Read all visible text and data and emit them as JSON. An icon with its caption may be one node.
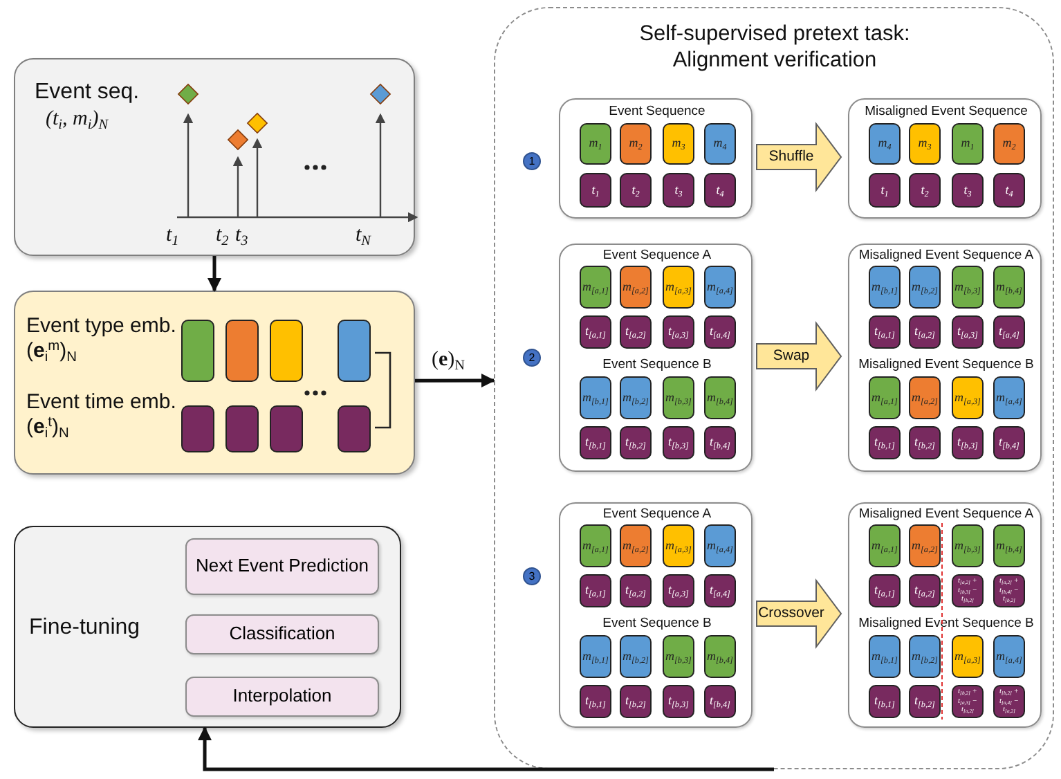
{
  "diagram": {
    "nodes": [
      {
        "text": [
          "Event seq.",
          "(t$_{i}$, m$_{i}$)$_{N}$"
        ]
      },
      {
        "text": [
          "Event type emb. (**e**$_{i}$$^{m}$)$_{N}$",
          "Event time emb. (**e**$_{i}$$^{t}$)$_{N}$"
        ]
      },
      {
        "text": [],
        "shape": "box",
        "in": 1
      },
      {
        "text": [],
        "shape": "box",
        "in": 1
      },
      {
        "text": [],
        "shape": "box",
        "in": 1
      },
      {
        "text": [],
        "shape": "box",
        "in": 1
      },
      {
        "text": [],
        "shape": "box",
        "in": 1
      },
      {
        "text": [],
        "shape": "box",
        "in": 1
      },
      {
        "text": [],
        "shape": "box",
        "in": 1
      },
      {
        "text": [],
        "shape": "box",
        "in": 1
      },
      {
        "text": [
          "Fine-tuning"
        ]
      },
      {
        "text": [
          "Next Event Prediction"
        ],
        "in": 10
      },
      {
        "text": [
          "Classification"
        ],
        "in": 10
      },
      {
        "text": [
          "Interpolation"
        ],
        "in": 10
      },
      {
        "text": [
          "Self-supervised pretext task: Alignment verification"
        ]
      },
      {
        "text": [
          "1"
        ],
        "in": 14
      },
      {
        "text": [
          "Event Sequence"
        ],
        "in": 14
      },
      {
        "text": [
          "m$_{1}$"
        ],
        "in": 16
      },
      {
        "text": [
          "m$_{2}$"
        ],
        "in": 16
      },
      {
        "text": [
          "m$_{3}$"
        ],
        "in": 16
      },
      {
        "text": [
          "m$_{4}$"
        ],
        "in": 16
      },
      {
        "text": [
          "t$_{1}$"
        ],
        "in": 16
      },
      {
        "text": [
          "t$_{2}$"
        ],
        "in": 16
      },
      {
        "text": [
          "t$_{3}$"
        ],
        "in": 16
      },
      {
        "text": [
          "t$_{4}$"
        ],
        "in": 16
      },
      {
        "text": [
          "Misaligned Event Sequence"
        ],
        "in": 14
      },
      {
        "text": [
          "m$_{4}$"
        ],
        "in": 25
      },
      {
        "text": [
          "m$_{3}$"
        ],
        "in": 25
      },
      {
        "text": [
          "m$_{1}$"
        ],
        "in": 25
      },
      {
        "text": [
          "m$_{2}$"
        ],
        "in": 25
      },
      {
        "text": [
          "t$_{1}$"
        ],
        "in": 25
      },
      {
        "text": [
          "t$_{2}$"
        ],
        "in": 25
      },
      {
        "text": [
          "t$_{3}$"
        ],
        "in": 25
      },
      {
        "text": [
          "t$_{4}$"
        ],
        "in": 25
      },
      {
        "text": [
          "2"
        ],
        "in": 14
      },
      {
        "text": [
          "Event Sequence A",
          "Event Sequence B"
        ],
        "in": 14
      },
      {
        "text": [
          "m$_{[a,1]}$"
        ],
        "in": 35
      },
      {
        "text": [
          "m$_{[a,2]}$"
        ],
        "in": 35
      },
      {
        "text": [
          "m$_{[a,3]}$"
        ],
        "in": 35
      },
      {
        "text": [
          "m$_{[a,4]}$"
        ],
        "in": 35
      },
      {
        "text": [
          "t$_{[a,1]}$"
        ],
        "in": 35
      },
      {
        "text": [
          "t$_{[a,2]}$"
        ],
        "in": 35
      },
      {
        "text": [
          "t$_{[a,3]}$"
        ],
        "in": 35
      },
      {
        "text": [
          "t$_{[a,4]}$"
        ],
        "in": 35
      },
      {
        "text": [
          "m$_{[b,1]}$"
        ],
        "in": 35
      },
      {
        "text": [
          "m$_{[b,2]}$"
        ],
        "in": 35
      },
      {
        "text": [
          "m$_{[b,3]}$"
        ],
        "in": 35
      },
      {
        "text": [
          "m$_{[b,4]}$"
        ],
        "in": 35
      },
      {
        "text": [
          "t$_{[b,1]}$"
        ],
        "in": 35
      },
      {
        "text": [
          "t$_{[b,2]}$"
        ],
        "in": 35
      },
      {
        "text": [
          "t$_{[b,3]}$"
        ],
        "in": 35
      },
      {
        "text": [
          "t$_{[b,4]}$"
        ],
        "in": 35
      },
      {
        "text": [
          "Misaligned Event Sequence A",
          "Misaligned Event Sequence B"
        ],
        "in": 14
      },
      {
        "text": [
          "m$_{[b,1]}$"
        ],
        "in": 52
      },
      {
        "text": [
          "m$_{[b,2]}$"
        ],
        "in": 52
      },
      {
        "text": [
          "m$_{[b,3]}$"
        ],
        "in": 52
      },
      {
        "text": [
          "m$_{[b,4]}$"
        ],
        "in": 52
      },
      {
        "text": [
          "t$_{[a,1]}$"
        ],
        "in": 52
      },
      {
        "text": [
          "t$_{[a,2]}$"
        ],
        "in": 52
      },
      {
        "text": [
          "t$_{[a,3]}$"
        ],
        "in": 52
      },
      {
        "text": [
          "t$_{[a,4]}$"
        ],
        "in": 52
      },
      {
        "text": [
          "m$_{[a,1]}$"
        ],
        "in": 52
      },
      {
        "text": [
          "m$_{[a,2]}$"
        ],
        "in": 52
      },
      {
        "text": [
          "m$_{[a,3]}$"
        ],
        "in": 52
      },
      {
        "text": [
          "m$_{[a,4]}$"
        ],
        "in": 52
      },
      {
        "text": [
          "t$_{[b,1]}$"
        ],
        "in": 52
      },
      {
        "text": [
          "t$_{[b,2]}$"
        ],
        "in": 52
      },
      {
        "text": [
          "t$_{[b,3]}$"
        ],
        "in": 52
      },
      {
        "text": [
          "t$_{[b,4]}$"
        ],
        "in": 52
      },
      {
        "text": [
          "3"
        ],
        "in": 14
      },
      {
        "text": [
          "Event Sequence A",
          "Event Sequence B"
        ],
        "in": 14
      },
      {
        "text": [
          "m$_{[a,1]}$"
        ],
        "in": 70
      },
      {
        "text": [
          "m$_{[a,2]}$"
        ],
        "in": 70
      },
      {
        "text": [
          "m$_{[a,3]}$"
        ],
        "in": 70
      },
      {
        "text": [
          "m$_{[a,4]}$"
        ],
        "in": 70
      },
      {
        "text": [
          "t$_{[a,1]}$"
        ],
        "in": 70
      },
      {
        "text": [
          "t$_{[a,2]}$"
        ],
        "in": 70
      },
      {
        "text": [
          "t$_{[a,3]}$"
        ],
        "in": 70
      },
      {
        "text": [
          "t$_{[a,4]}$"
        ],
        "in": 70
      },
      {
        "text": [
          "m$_{[b,1]}$"
        ],
        "in": 70
      },
      {
        "text": [
          "m$_{[b,2]}$"
        ],
        "in": 70
      },
      {
        "text": [
          "m$_{[b,3]}$"
        ],
        "in": 70
      },
      {
        "text": [
          "m$_{[b,4]}$"
        ],
        "in": 70
      },
      {
        "text": [
          "t$_{[b,1]}$"
        ],
        "in": 70
      },
      {
        "text": [
          "t$_{[b,2]}$"
        ],
        "in": 70
      },
      {
        "text": [
          "t$_{[b,3]}$"
        ],
        "in": 70
      },
      {
        "text": [
          "t$_{[b,4]}$"
        ],
        "in": 70
      },
      {
        "text": [
          "Misaligned Event Sequence A",
          "Misaligned Event Sequence B"
        ],
        "in": 14
      },
      {
        "text": [
          "m$_{[a,1]}$"
        ],
        "in": 87
      },
      {
        "text": [
          "m$_{[a,2]}$"
        ],
        "in": 87
      },
      {
        "text": [
          "m$_{[b,3]}$"
        ],
        "in": 87
      },
      {
        "text": [
          "m$_{[b,4]}$"
        ],
        "in": 87
      },
      {
        "text": [
          "t$_{[a,1]}$"
        ],
        "in": 87
      },
      {
        "text": [
          "t$_{[a,2]}$"
        ],
        "in": 87
      },
      {
        "text": [
          "t$_{[a,2]}$ + t$_{[b,3]}$ − t$_{[b,2]}$"
        ],
        "in": 87
      },
      {
        "text": [
          "t$_{[a,2]}$ + t$_{[b,4]}$ − t$_{[b,2]}$"
        ],
        "in": 87
      },
      {
        "text": [
          "m$_{[b,1]}$"
        ],
        "in": 87
      },
      {
        "text": [
          "m$_{[b,2]}$"
        ],
        "in": 87
      },
      {
        "text": [
          "m$_{[a,3]}$"
        ],
        "in": 87
      },
      {
        "text": [
          "m$_{[a,4]}$"
        ],
        "in": 87
      },
      {
        "text": [
          "t$_{[b,1]}$"
        ],
        "in": 87
      },
      {
        "text": [
          "t$_{[b,2]}$"
        ],
        "in": 87
      },
      {
        "text": [
          "t$_{[b,2]}$ + t$_{[a,3]}$ − t$_{[a,2]}$"
        ],
        "in": 87
      },
      {
        "text": [
          "t$_{[b,2]}$ + t$_{[a,4]}$ − t$_{[a,2]}$"
        ],
        "in": 87
      }
    ],
    "edges": [
      {
        "from": 0,
        "to": 1,
        "arrow": "to"
      },
      {
        "from": 1,
        "to": 14,
        "arrow": "to",
        "label": "(**e**)$_{N}$"
      },
      {
        "from": 14,
        "to": 10,
        "arrow": "to"
      },
      {
        "from": 16,
        "to": 25,
        "arrow": "to",
        "label": "Shuffle",
        "style": "thick"
      },
      {
        "from": 35,
        "to": 52,
        "arrow": "to",
        "label": "Swap",
        "style": "thick"
      },
      {
        "from": 70,
        "to": 87,
        "arrow": "to",
        "label": "Crossover",
        "style": "thick"
      }
    ],
    "labels": [
      "t$_{1}$",
      "t$_{2}$",
      "t$_{3}$",
      "t$_{N}$"
    ]
  }
}
